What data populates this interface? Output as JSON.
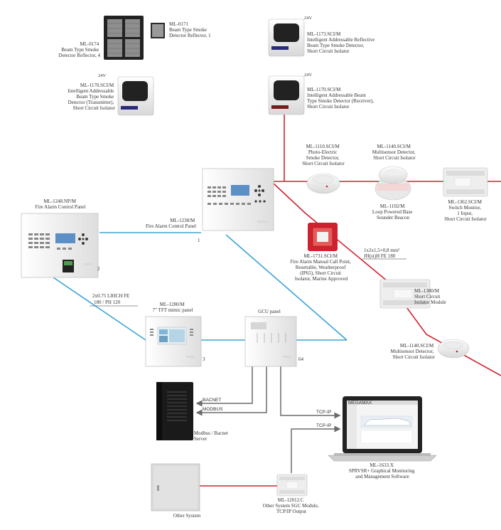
{
  "colors": {
    "red": "#d0222e",
    "blue": "#3aa3d6",
    "gray": "#6b6b6b",
    "panel_white": "#f4f4f4",
    "screen_blue": "#5b8fc6"
  },
  "devices": {
    "ml0174": [
      "ML-0174",
      "Beam Type Smoke",
      "Detector Reflector, 4"
    ],
    "ml0171": [
      "ML-0171",
      "Beam Type Smoke",
      "Detector Reflector, 1"
    ],
    "ml1173": [
      "ML-1173.SCI/M",
      "Intelligent Addressable Reflective",
      "Beam Type Smoke Detector,",
      "Short Circuit Isolator"
    ],
    "ml1170_tx": [
      "ML-1170.SCI/M",
      "Intelligent Addressable",
      "Beam Type Smoke",
      "Detector (Transmitter),",
      "Short Circuit Isolator"
    ],
    "ml1170_rx": [
      "ML-1170.SCI/M",
      "Intelligent Addressable Beam",
      "Type Smoke Detector (Receiver),",
      "Short Circuit Isolator"
    ],
    "ml1110": [
      "ML-1110.SCI/M",
      "Photo-Electric",
      "Smoke Detector,",
      "Short Circuit Isolator"
    ],
    "ml1140_top": [
      "ML-1140.SCI/M",
      "Multisensor Detector,",
      "Short Circuit Isolator"
    ],
    "ml1102": [
      "ML-1102/M",
      "Loop Powered Base",
      "Sounder Beacon"
    ],
    "ml1362": [
      "ML-1362.SCI/M",
      "Switch Monitor,",
      "1 Input,",
      "Short Circuit Isolator"
    ],
    "ml1248": [
      "ML-1248.NP/M",
      "Fire Alarm Control Panel"
    ],
    "ml1238": [
      "ML-1238/M",
      "Fire Alarm Control Panel"
    ],
    "ml1731": [
      "ML-1731.SCI/M",
      "Fire Alarm Manual Call Point,",
      "Resettable, Weatherproof",
      "(IP65), Short Circuit",
      "Isolator, Marine Approved"
    ],
    "ml1380": [
      "ML-1380/M",
      "Short Circuit",
      "Isolator Module"
    ],
    "ml1140_bottom": [
      "ML-1140.SCI/M",
      "Multisensor Detector,",
      "Short Circuit Isolator"
    ],
    "ml1280": [
      "ML-1280/M",
      "7\" TFT mimic panel"
    ],
    "gcu": [
      "GCU panel"
    ],
    "modbus_server": [
      "Modbus / Bacnet",
      "Server"
    ],
    "ml1633": [
      "ML-1633.X",
      "SPRVSR+ Graphical Monitoring",
      "and Management Software"
    ],
    "ml12012": [
      "ML-12012.C",
      "Other System SGC Module,",
      "TCP/IP Output"
    ],
    "other_system": [
      "Other System"
    ]
  },
  "voltage": {
    "a": "24V",
    "b": "24V",
    "c": "24V"
  },
  "cables": {
    "red_cable": [
      "1x2x1,5+0,8 mm²",
      "JH(st)H FE 180"
    ],
    "blue_cable": [
      "2x0.75 LIHCH FE",
      "180 / PH 120"
    ]
  },
  "node_numbers": {
    "n1": "1",
    "n2": "2",
    "n3": "3",
    "n64": "64"
  },
  "protocols": {
    "bacnet": "BACNET",
    "modbus": "MODBUS",
    "tcpip_a": "TCP-IP",
    "tcpip_b": "TCP-IP"
  },
  "screen_texts": {
    "brand": "MEGAMAX"
  }
}
